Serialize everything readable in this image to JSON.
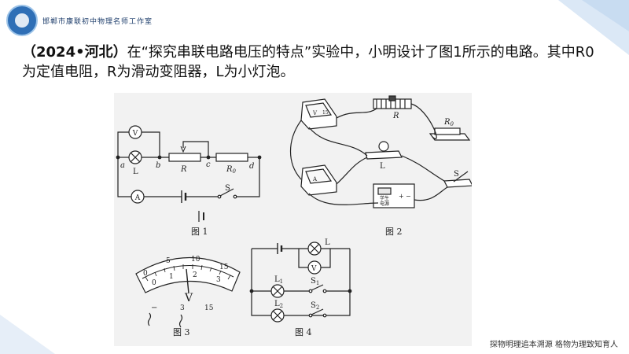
{
  "header": {
    "title": "邯郸市康联初中物理名师工作室"
  },
  "question": {
    "source": "（2024•河北）",
    "text": "在“探究串联电路电压的特点”实验中，小明设计了图1所示的电路。其中R0为定值电阻，R为滑动变阻器，L为小灯泡。"
  },
  "figures": {
    "fig1": {
      "caption": "图 1",
      "labels": {
        "a": "a",
        "b": "b",
        "c": "c",
        "d": "d",
        "L": "L",
        "R": "R",
        "R0": "R",
        "R0sub": "0",
        "V": "V",
        "A": "A",
        "S": "S"
      }
    },
    "fig2": {
      "caption": "图 2",
      "labels": {
        "R": "R",
        "R0": "R",
        "R0sub": "0",
        "L": "L",
        "S": "S",
        "supply1": "学生",
        "supply2": "电源",
        "plus": "+",
        "minus": "−",
        "V": "V",
        "A": "A",
        "scale15": "15"
      }
    },
    "fig3": {
      "caption": "图 3",
      "scale_top": [
        "0",
        "5",
        "10",
        "15"
      ],
      "scale_bottom": [
        "0",
        "1",
        "2",
        "3"
      ],
      "unit": "V",
      "terminals": [
        "−",
        "3",
        "15"
      ]
    },
    "fig4": {
      "caption": "图 4",
      "labels": {
        "L": "L",
        "V": "V",
        "L1": "L",
        "L1sub": "1",
        "L2": "L",
        "L2sub": "2",
        "S1": "S",
        "S1sub": "1",
        "S2": "S",
        "S2sub": "2"
      }
    }
  },
  "footer": {
    "slogan": "探物明理追本溯源  格物为理致知育人"
  },
  "colors": {
    "corner_blue": "#d8e6f5",
    "logo_blue": "#2f6fb6",
    "figure_bg": "#f2f2f2"
  }
}
